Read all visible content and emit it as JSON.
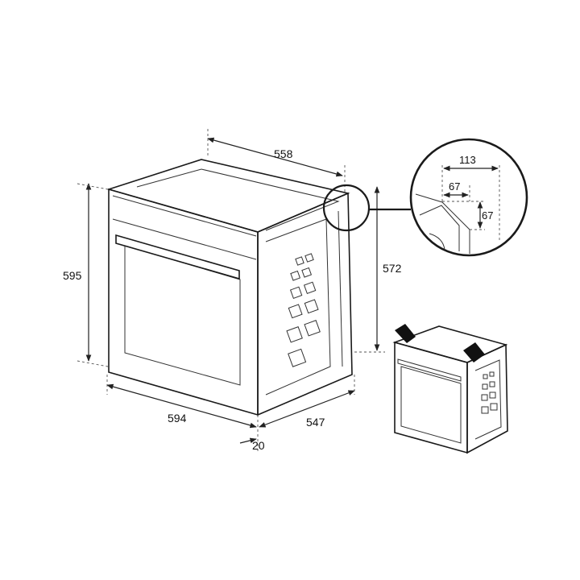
{
  "diagram": {
    "dimensions": {
      "top_depth": "558",
      "height_left": "595",
      "height_right": "572",
      "width": "594",
      "depth": "547",
      "door_offset": "20"
    },
    "detail": {
      "total": "113",
      "horizontal": "67",
      "vertical": "67"
    }
  }
}
